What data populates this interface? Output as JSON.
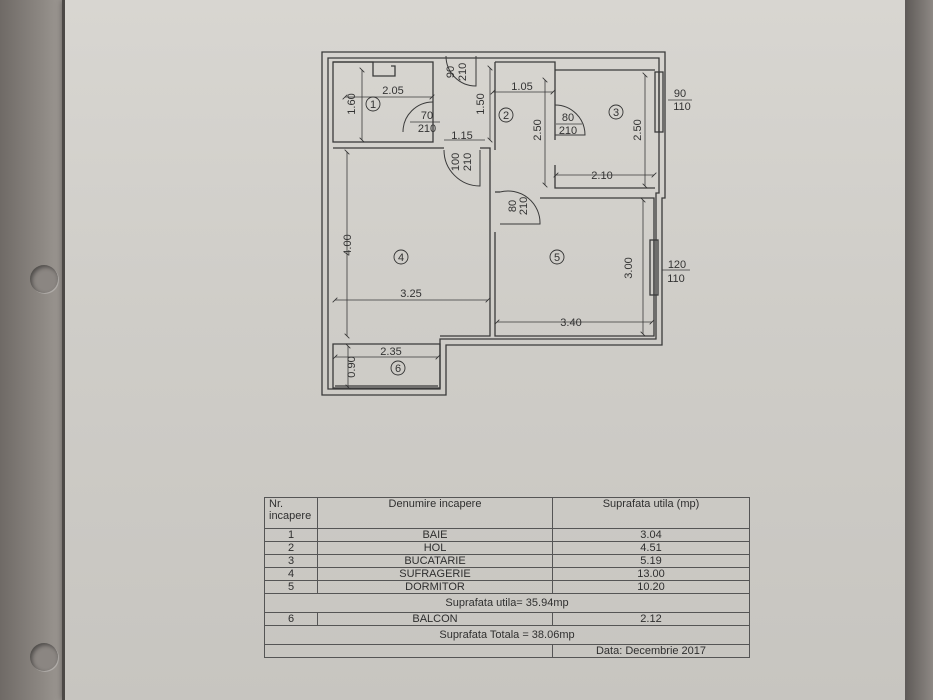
{
  "plan": {
    "rooms": [
      {
        "id": "room-1-bath",
        "label": "1"
      },
      {
        "id": "room-2-hall",
        "label": "2"
      },
      {
        "id": "room-3-kitchen",
        "label": "3"
      },
      {
        "id": "room-4-living",
        "label": "4"
      },
      {
        "id": "room-5-bedroom",
        "label": "5"
      },
      {
        "id": "room-6-balcony",
        "label": "6"
      }
    ],
    "dims": {
      "bath_w": "2.05",
      "bath_h": "1.60",
      "door_bath_w": "70",
      "door_bath_h": "210",
      "door_top_w": "90",
      "door_top_h": "210",
      "hall_w": "1.05",
      "hall_h1": "1.50",
      "hall_h2": "2.50",
      "hall_w2": "1.15",
      "door_kitchen_w": "80",
      "door_kitchen_h": "210",
      "kitchen_h": "2.50",
      "kitchen_w": "2.10",
      "win_kitchen_w": "90",
      "win_kitchen_h": "110",
      "door_living_w": "100",
      "door_living_h": "210",
      "door_bed_w": "80",
      "door_bed_h": "210",
      "living_h": "4.00",
      "living_w": "3.25",
      "bed_h": "3.00",
      "bed_w": "3.40",
      "win_bed_w": "120",
      "win_bed_h": "110",
      "balcony_w": "2.35",
      "balcony_h": "0.90"
    }
  },
  "table": {
    "header": {
      "nr": "Nr. incapere",
      "name": "Denumire incapere",
      "area": "Suprafata utila (mp)"
    },
    "rows": [
      {
        "nr": "1",
        "name": "BAIE",
        "area": "3.04"
      },
      {
        "nr": "2",
        "name": "HOL",
        "area": "4.51"
      },
      {
        "nr": "3",
        "name": "BUCATARIE",
        "area": "5.19"
      },
      {
        "nr": "4",
        "name": "SUFRAGERIE",
        "area": "13.00"
      },
      {
        "nr": "5",
        "name": "DORMITOR",
        "area": "10.20"
      }
    ],
    "useful_total": "Suprafata utila= 35.94mp",
    "balcony": {
      "nr": "6",
      "name": "BALCON",
      "area": "2.12"
    },
    "grand_total": "Suprafata Totala = 38.06mp",
    "date": "Data: Decembrie 2017"
  }
}
